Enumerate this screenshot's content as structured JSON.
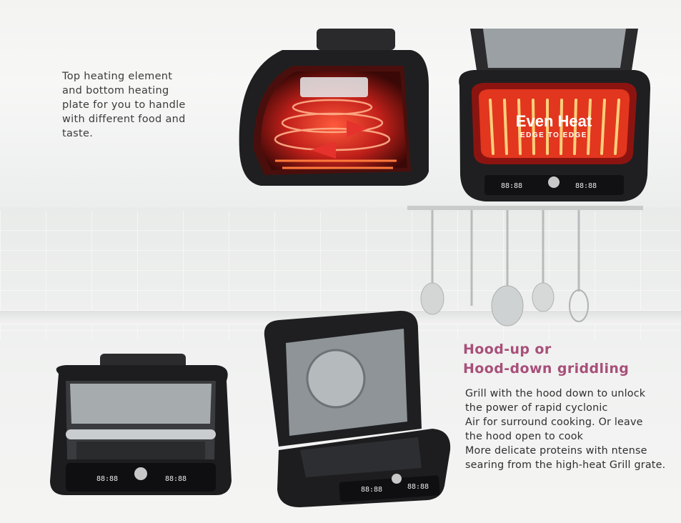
{
  "top_section": {
    "description_lines": [
      "Top heating element",
      "and bottom heating",
      "plate for you to handle",
      "with different food and",
      "taste."
    ]
  },
  "right_image": {
    "title": "Even Heat",
    "subtitle": "EDGE TO EDGE",
    "display_left": "88:88",
    "display_right": "88:88"
  },
  "bottom_section": {
    "heading_lines": [
      "Hood-up or",
      "Hood-down griddling"
    ],
    "description_lines": [
      "Grill with the hood down to unlock",
      "the power of rapid cyclonic",
      "Air for surround cooking. Or leave",
      "the hood open to cook",
      "More delicate proteins with ntense",
      "searing from the high-heat Grill grate."
    ],
    "closed_display_left": "88:88",
    "closed_display_right": "88:88",
    "open_display_left": "88:88",
    "open_display_right": "88:88"
  },
  "colors": {
    "heading": "#a84f7a",
    "body_text": "#2f2f2f",
    "heat_red": "#e6322d",
    "appliance_black": "#1f1f21"
  }
}
